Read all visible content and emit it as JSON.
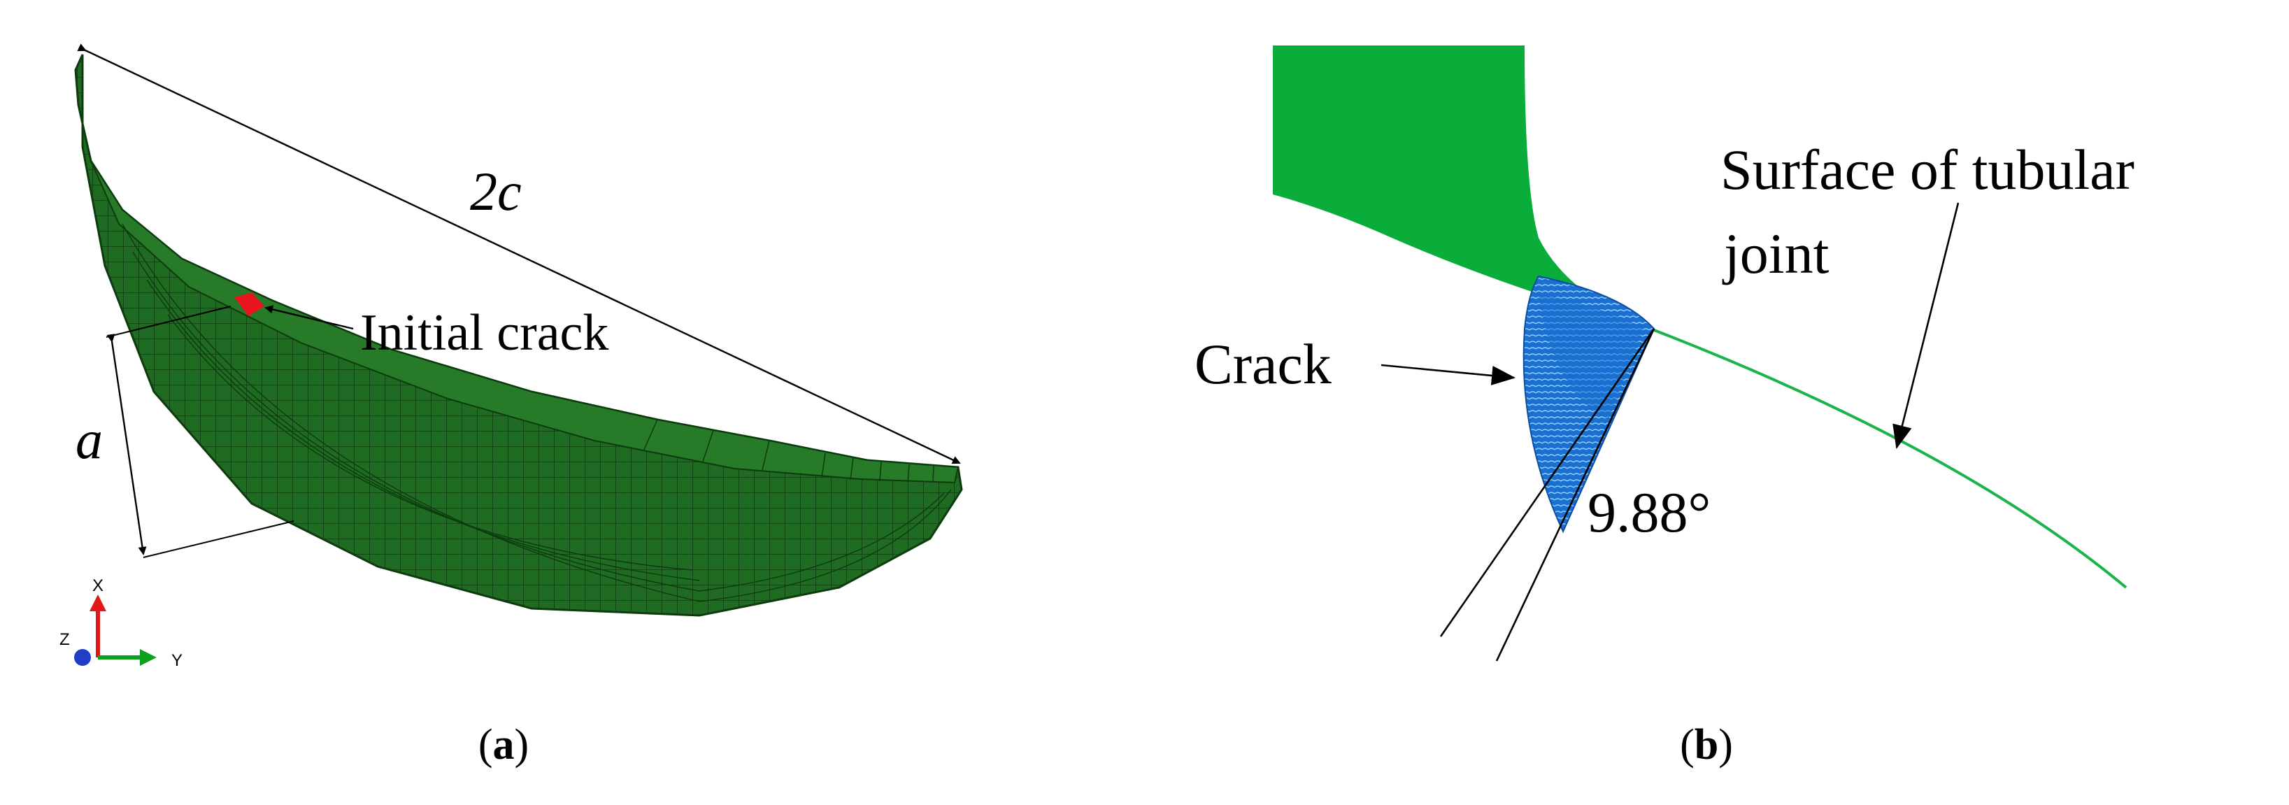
{
  "panel_a": {
    "caption_label": "a",
    "dimension_length": "2c",
    "dimension_depth": "a",
    "initial_crack_label": "Initial crack",
    "triad": {
      "x": "X",
      "y": "Y",
      "z": "Z"
    },
    "colors": {
      "mesh_fill": "#1f6b21",
      "mesh_line": "#0c3b0e",
      "crack": "#e8141e",
      "triad_x": "#e01818",
      "triad_y": "#10a020",
      "triad_z": "#1f3fc8"
    }
  },
  "panel_b": {
    "caption_label": "b",
    "surface_label_line1": "Surface of tubular",
    "surface_label_line2": "joint",
    "crack_label": "Crack",
    "angle_label": "9.88°",
    "colors": {
      "joint_fill": "#0aac3a",
      "crack_fill": "#1a6fd0",
      "crack_line": "#7fc4ff",
      "surface_line": "#1cb34a"
    }
  }
}
